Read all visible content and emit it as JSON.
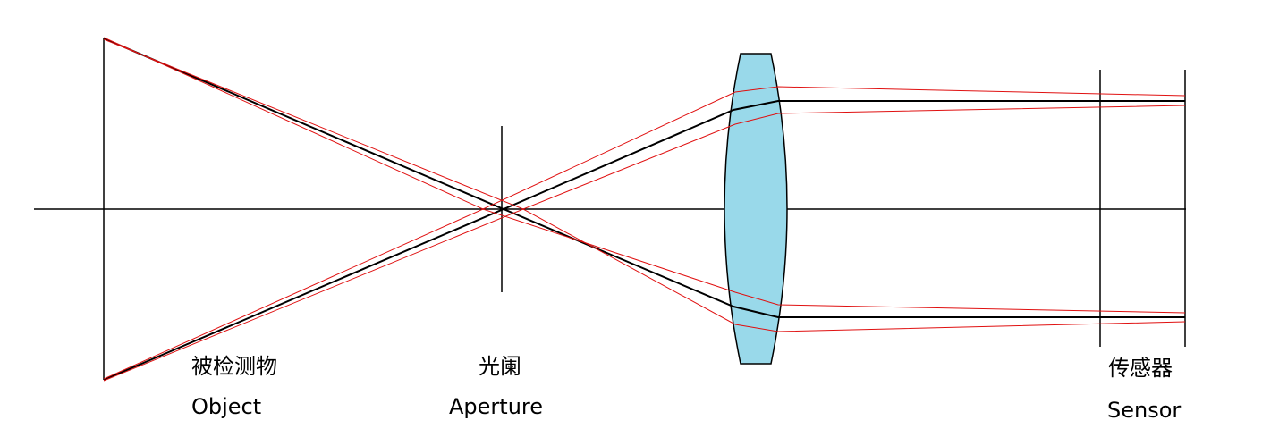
{
  "labels": {
    "object_cn": "被检测物",
    "object_en": "Object",
    "aperture_cn": "光阑",
    "aperture_en": "Aperture",
    "sensor_cn": "传感器",
    "sensor_en": "Sensor"
  },
  "colors": {
    "line": "#000000",
    "ray": "#e01010",
    "lens_fill": "#99d9ea",
    "lens_stroke": "#000000",
    "background": "#ffffff"
  }
}
